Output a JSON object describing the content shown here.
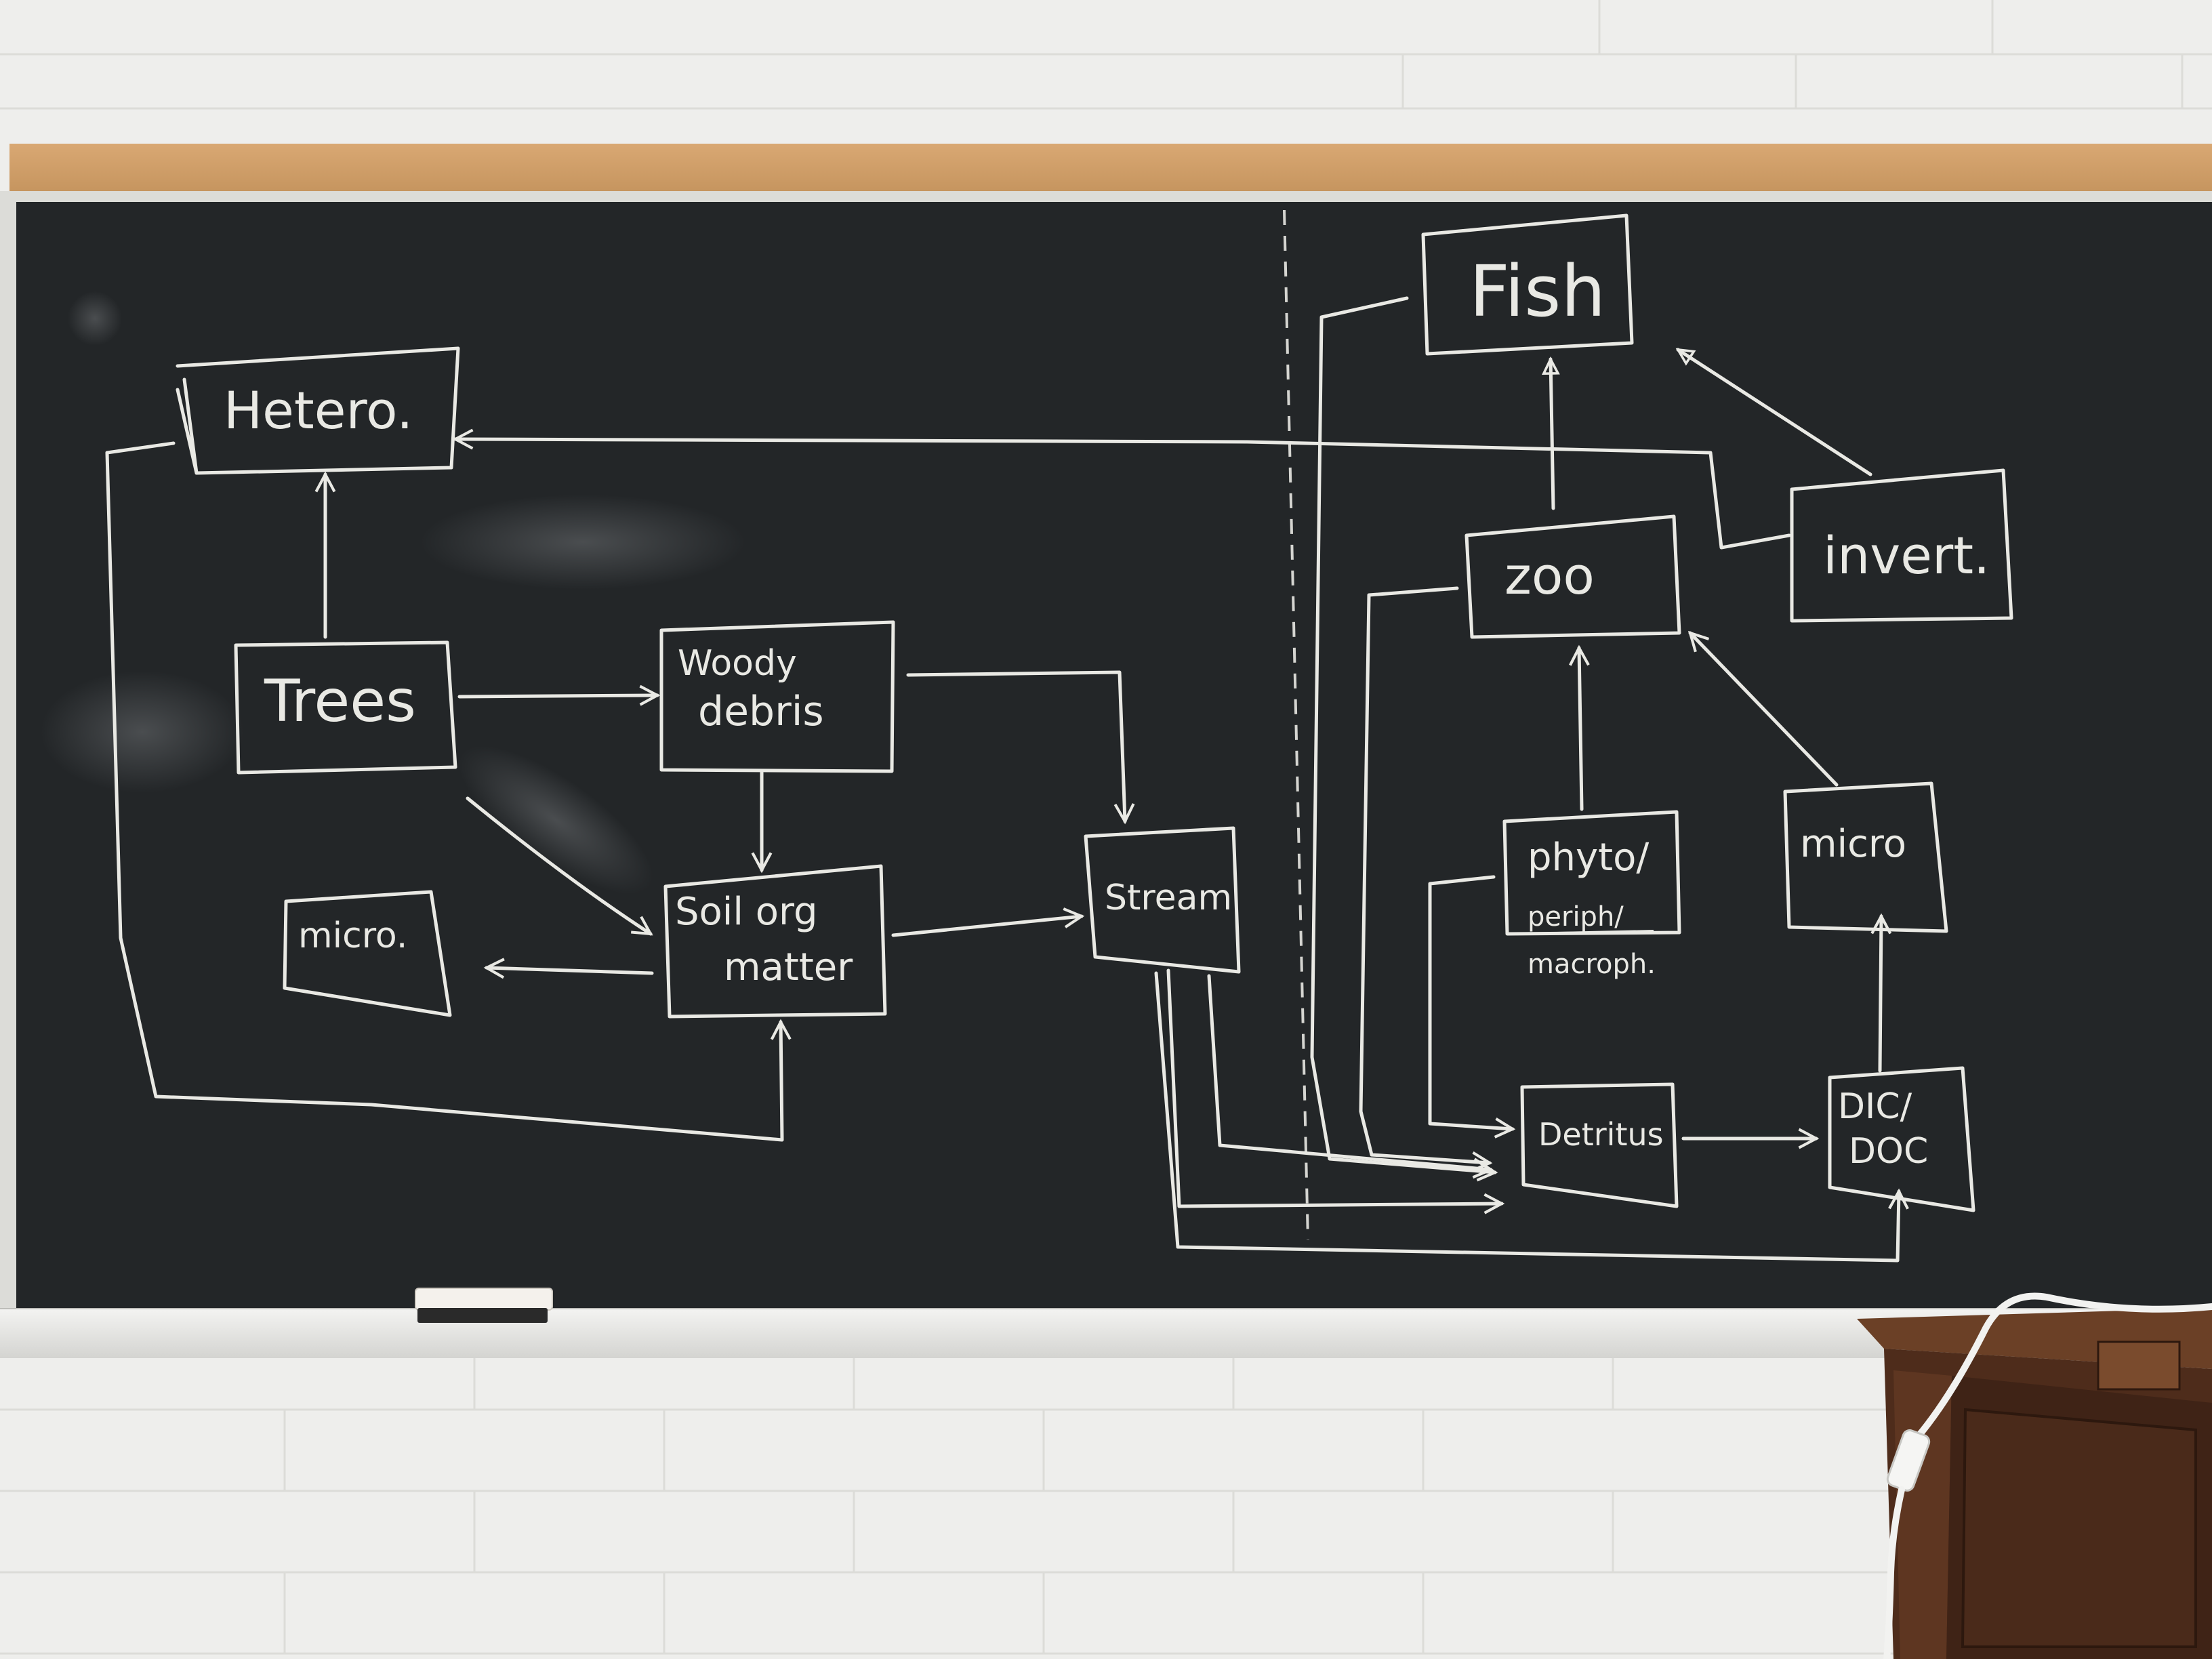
{
  "nodes": {
    "hetero": "Hetero.",
    "trees": "Trees",
    "woody_debris_line1": "Woody",
    "woody_debris_line2": "debris",
    "micro_left": "micro.",
    "soil_line1": "Soil org",
    "soil_line2": "matter",
    "stream": "Stream",
    "fish": "Fish",
    "zoo": "zoo",
    "invert": "invert.",
    "phyto_line1": "phyto/",
    "phyto_line2": "periph/",
    "phyto_line3": "macroph.",
    "micro_right": "micro",
    "detritus": "Detritus",
    "dic_line1": "DIC/",
    "dic_line2": "DOC"
  },
  "colors": {
    "chalkboard": "#232628",
    "chalk": "#e9e9e4",
    "wall": "#eeeeec",
    "frame_wood": "#c9975f",
    "tray": "#e2e2df",
    "podium_wood": "#5a3422"
  }
}
